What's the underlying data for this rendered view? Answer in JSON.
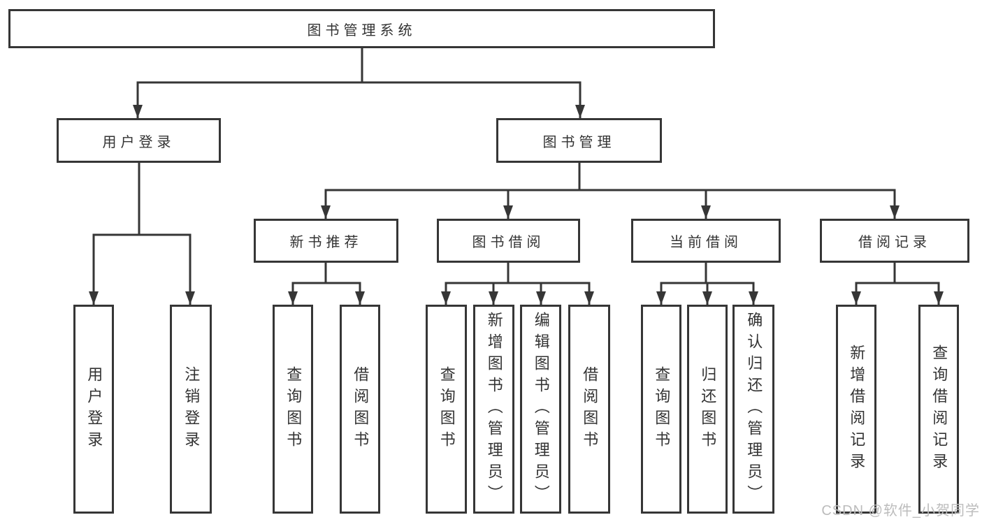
{
  "diagram_type": "hierarchy-tree",
  "colors": {
    "line": "#363636",
    "text": "#333333",
    "watermark": "#bcbcbc",
    "background": "#ffffff"
  },
  "watermark": "CSDN @软件_小贺同学",
  "tree": {
    "label": "图书管理系统",
    "children": [
      {
        "label": "用户登录",
        "children": [
          {
            "label": "用户登录"
          },
          {
            "label": "注销登录"
          }
        ]
      },
      {
        "label": "图书管理",
        "children": [
          {
            "label": "新书推荐",
            "children": [
              {
                "label": "查询图书"
              },
              {
                "label": "借阅图书"
              }
            ]
          },
          {
            "label": "图书借阅",
            "children": [
              {
                "label": "查询图书"
              },
              {
                "label": "新增图书（管理员）"
              },
              {
                "label": "编辑图书（管理员）"
              },
              {
                "label": "借阅图书"
              }
            ]
          },
          {
            "label": "当前借阅",
            "children": [
              {
                "label": "查询图书"
              },
              {
                "label": "归还图书"
              },
              {
                "label": "确认归还（管理员）"
              }
            ]
          },
          {
            "label": "借阅记录",
            "children": [
              {
                "label": "新增借阅记录"
              },
              {
                "label": "查询借阅记录"
              }
            ]
          }
        ]
      }
    ]
  }
}
